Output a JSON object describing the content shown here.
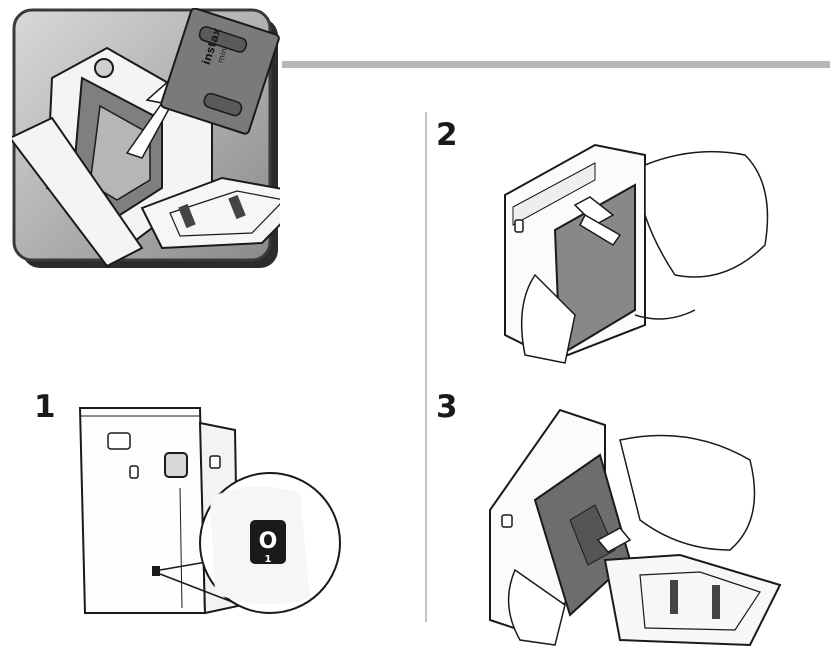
{
  "steps": [
    {
      "number": "1"
    },
    {
      "number": "2"
    },
    {
      "number": "3"
    }
  ],
  "film_pack": {
    "brand_line1": "instax",
    "brand_line2": "mini"
  },
  "door_button": {
    "symbol_top": "O",
    "symbol_bottom": "1"
  },
  "colors": {
    "hero_bg": "#a9a9a9",
    "hero_border": "#333333",
    "rule_gray": "#b7b7b7",
    "line": "#1a1a1a"
  }
}
